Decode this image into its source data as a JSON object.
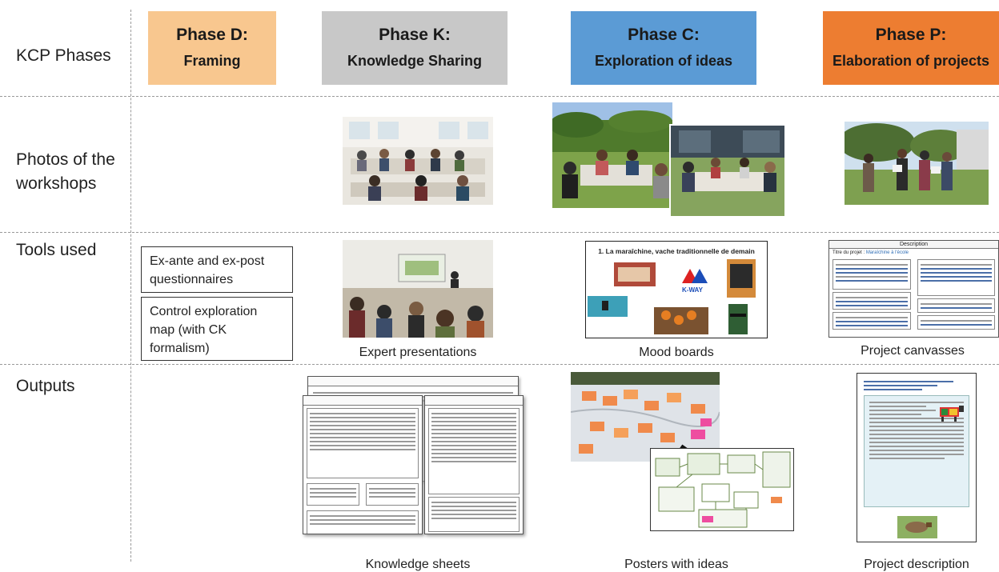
{
  "rows": {
    "phases": "KCP Phases",
    "photos": "Photos of the workshops",
    "tools": "Tools used",
    "outputs": "Outputs"
  },
  "phases": [
    {
      "title": "Phase D:",
      "subtitle": "Framing",
      "color": "#F8C78F"
    },
    {
      "title": "Phase K:",
      "subtitle": "Knowledge Sharing",
      "color": "#C8C8C8"
    },
    {
      "title": "Phase C:",
      "subtitle": "Exploration of ideas",
      "color": "#5B9BD5"
    },
    {
      "title": "Phase P:",
      "subtitle": "Elaboration of projects",
      "color": "#ED7D31"
    }
  ],
  "tools": {
    "questionnaires": "Ex-ante and ex-post questionnaires",
    "control_map": "Control exploration map (with CK formalism)",
    "expert_presentations": "Expert presentations",
    "mood_boards": "Mood boards",
    "project_canvasses": "Project canvasses"
  },
  "mood_board": {
    "title": "1. La maraîchine, vache traditionnelle de demain",
    "kway": "K-WAY"
  },
  "canvas": {
    "heading": "Description",
    "project_label": "Titre du projet :",
    "project_name": "Maraîchine à l'école"
  },
  "outputs": {
    "knowledge_sheets": "Knowledge sheets",
    "posters": "Posters with ideas",
    "project_description": "Project description"
  }
}
